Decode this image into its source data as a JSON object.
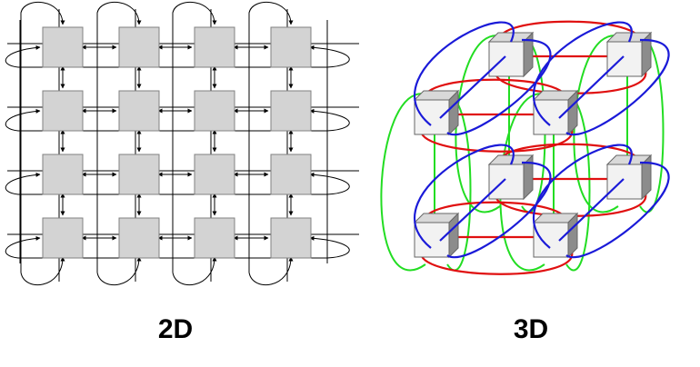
{
  "panels": [
    {
      "id": "torus-2d",
      "label": "2D",
      "grid_size": 4
    },
    {
      "id": "torus-3d",
      "label": "3D",
      "grid_size": 2
    }
  ],
  "colors": {
    "node_fill": "#d3d3d3",
    "node_stroke": "#808080",
    "mesh_line": "#000000",
    "cube_front": "#f2f2f2",
    "cube_top": "#d9d9d9",
    "cube_side": "#8c8c8c",
    "link_x": "#e01010",
    "link_y": "#22dd22",
    "link_z": "#1a1ad8"
  }
}
